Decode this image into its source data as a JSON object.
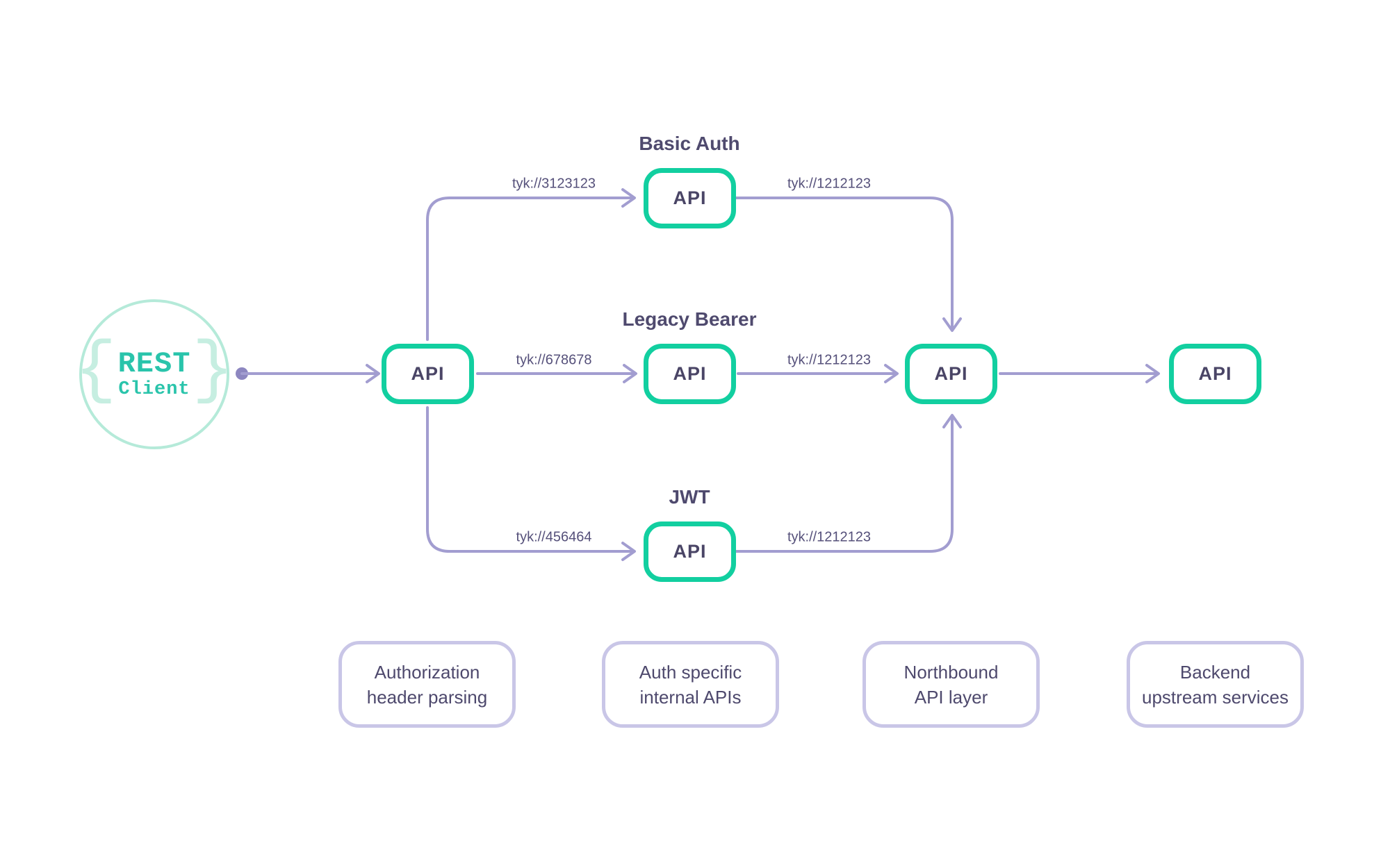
{
  "client": {
    "brace_left": "{",
    "title": "REST",
    "subtitle": "Client",
    "brace_right": "}"
  },
  "auth_groups": [
    {
      "label": "Basic Auth"
    },
    {
      "label": "Legacy Bearer"
    },
    {
      "label": "JWT"
    }
  ],
  "api_nodes": {
    "gateway": "API",
    "basic_auth": "API",
    "legacy_bearer": "API",
    "jwt": "API",
    "northbound": "API",
    "backend": "API"
  },
  "edge_labels": {
    "gateway_to_basic": "tyk://3123123",
    "basic_to_northbound": "tyk://1212123",
    "gateway_to_legacy": "tyk://678678",
    "legacy_to_northbound": "tyk://1212123",
    "gateway_to_jwt": "tyk://456464",
    "jwt_to_northbound": "tyk://1212123"
  },
  "footnotes": [
    {
      "line1": "Authorization",
      "line2": "header parsing"
    },
    {
      "line1": "Auth specific",
      "line2": "internal APIs"
    },
    {
      "line1": "Northbound",
      "line2": "API layer"
    },
    {
      "line1": "Backend",
      "line2": "upstream services"
    }
  ],
  "colors": {
    "teal": "#12cfa0",
    "mint": "#b5ead9",
    "mint_light": "#c6eee1",
    "teal_text": "#2ac4ab",
    "line": "#a29dd0",
    "dot": "#8d87c0",
    "ink": "#4f4a6e",
    "ink_soft": "#55507a",
    "note_border": "#c9c6e7",
    "note_text": "#4e496d",
    "api_text": "#4a4566",
    "bg": "#ffffff"
  }
}
